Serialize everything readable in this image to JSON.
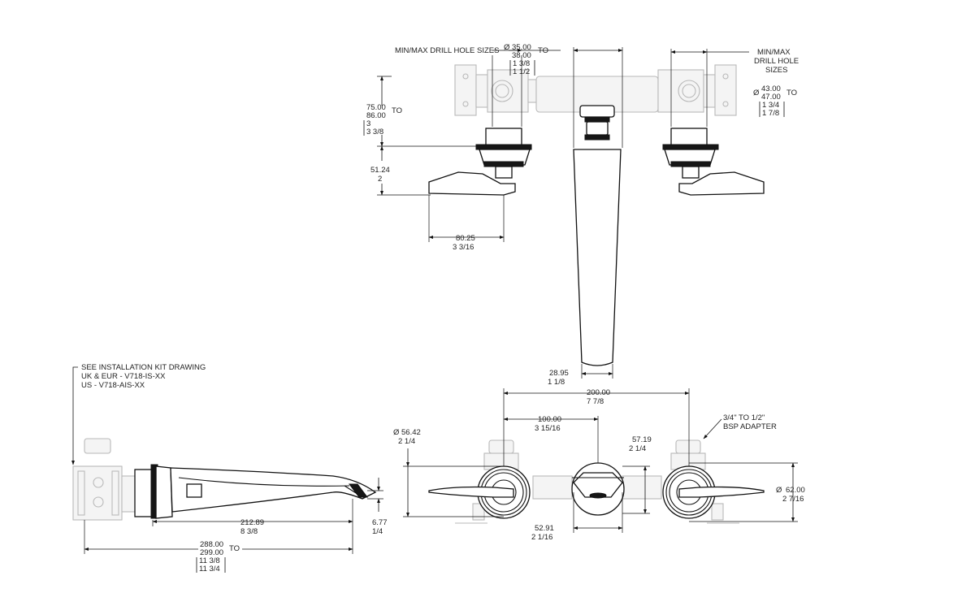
{
  "top_view": {
    "drill_hole_left": {
      "label": "MIN/MAX DRILL HOLE SIZES",
      "dia_symbol": "Ø",
      "min": "35.00",
      "max": "38.00",
      "to": "TO",
      "min_in": "1 3/8",
      "max_in": "1 1/2"
    },
    "drill_hole_right": {
      "label_line1": "MIN/MAX",
      "label_line2": "DRILL HOLE",
      "label_line3": "SIZES",
      "dia_symbol": "Ø",
      "min": "43.00",
      "max": "47.00",
      "to": "TO",
      "min_in": "1 3/4",
      "max_in": "1 7/8"
    },
    "projection": {
      "min": "75.00",
      "max": "86.00",
      "to": "TO",
      "min_in": "3",
      "max_in": "3 3/8"
    },
    "handle_height": {
      "value": "51.24",
      "in": "2"
    },
    "handle_length": {
      "value": "80.25",
      "in": "3 3/16"
    },
    "spout_tip": {
      "value": "28.95",
      "in": "1 1/8"
    }
  },
  "side_view": {
    "note_line1": "SEE INSTALLATION KIT DRAWING",
    "note_line2": "UK & EUR - V718-IS-XX",
    "note_line3": "US - V718-AIS-XX",
    "spout_reach": {
      "value": "212.89",
      "in": "8 3/8"
    },
    "outlet": {
      "value": "6.77",
      "in": "1/4"
    },
    "overall": {
      "min": "288.00",
      "max": "299.00",
      "to": "TO",
      "min_in": "11 3/8",
      "max_in": "11 3/4"
    }
  },
  "front_view": {
    "centers": {
      "value": "200.00",
      "in": "7 7/8"
    },
    "half_centers": {
      "value": "100.00",
      "in": "3 15/16"
    },
    "handle_rose": {
      "dia_symbol": "Ø",
      "value": "56.42",
      "in": "2 1/4"
    },
    "spout_rose_height": {
      "value": "57.19",
      "in": "2 1/4"
    },
    "spout_rose_width": {
      "value": "52.91",
      "in": "2 1/16"
    },
    "rose_dia": {
      "dia_symbol": "Ø",
      "value": "62.00",
      "in": "2 7/16"
    },
    "adapter_line1": "3/4\" TO 1/2\"",
    "adapter_line2": "BSP ADAPTER"
  }
}
